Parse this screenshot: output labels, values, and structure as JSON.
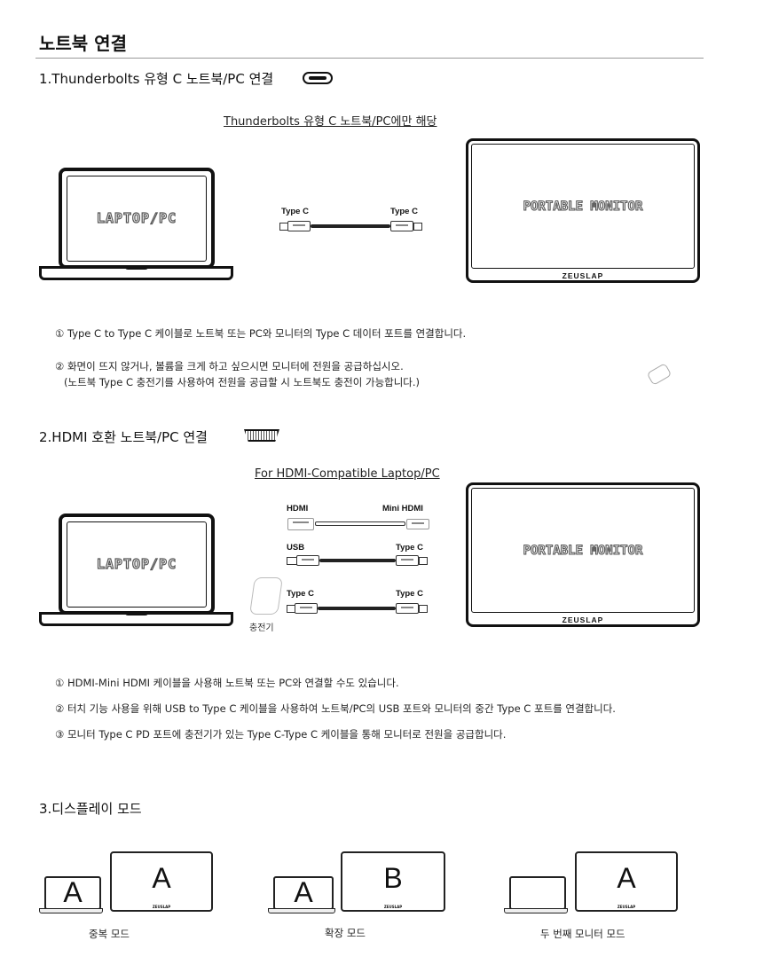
{
  "title": "노트북 연결",
  "section1": {
    "heading": "1.Thunderbolts 유형 C 노트북/PC 연결",
    "subtitle": "Thunderbolts 유형 C 노트북/PC에만 해당",
    "laptop_label": "LAPTOP/PC",
    "monitor_label": "PORTABLE MONITOR",
    "monitor_brand": "ZEUSLAP",
    "cable_left": "Type C",
    "cable_right": "Type C",
    "instructions": [
      "① Type C to Type C 케이블로 노트북 또는 PC와 모니터의 Type C 데이터 포트를 연결합니다.",
      "② 화면이 뜨지 않거나, 볼륨을 크게 하고 싶으시면 모니터에 전원을 공급하십시오.",
      "(노트북 Type C 충전기를 사용하여 전원을 공급할 시 노트북도 충전이 가능합니다.)"
    ]
  },
  "section2": {
    "heading": "2.HDMI 호환 노트북/PC 연결",
    "subtitle": "For HDMI-Compatible Laptop/PC",
    "laptop_label": "LAPTOP/PC",
    "monitor_label": "PORTABLE MONITOR",
    "monitor_brand": "ZEUSLAP",
    "charger_label": "충전기",
    "cables": [
      {
        "left": "HDMI",
        "right": "Mini HDMI"
      },
      {
        "left": "USB",
        "right": "Type C"
      },
      {
        "left": "Type C",
        "right": "Type C"
      }
    ],
    "instructions": [
      "① HDMI-Mini HDMI 케이블을 사용해 노트북 또는 PC와 연결할 수도 있습니다.",
      "② 터치 기능 사용을 위해 USB to Type C 케이블을 사용하여 노트북/PC의 USB 포트와 모니터의 중간 Type C 포트를 연결합니다.",
      "③ 모니터 Type C PD 포트에 충전기가 있는 Type C-Type C 케이블을 통해 모니터로 전원을 공급합니다."
    ]
  },
  "section3": {
    "heading": "3.디스플레이 모드",
    "brand": "ZEUSLAP",
    "modes": [
      {
        "label": "중복 모드",
        "laptop": "A",
        "monitor": "A"
      },
      {
        "label": "확장 모드",
        "laptop": "A",
        "monitor": "B"
      },
      {
        "label": "두 번째 모니터 모드",
        "laptop": "",
        "monitor": "A"
      }
    ]
  }
}
